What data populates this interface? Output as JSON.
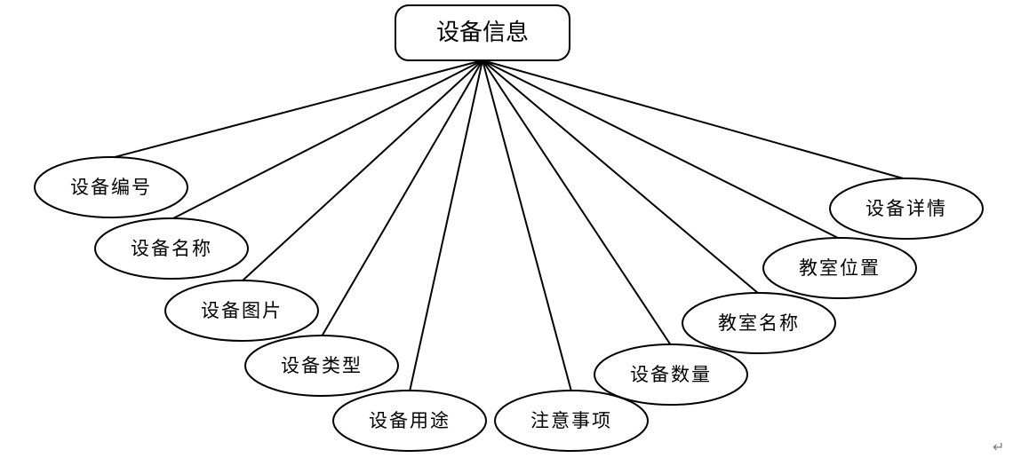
{
  "entity": {
    "label": "设备信息"
  },
  "attributes": [
    {
      "id": "device-number",
      "label": "设备编号"
    },
    {
      "id": "device-name",
      "label": "设备名称"
    },
    {
      "id": "device-image",
      "label": "设备图片"
    },
    {
      "id": "device-type",
      "label": "设备类型"
    },
    {
      "id": "device-usage",
      "label": "设备用途"
    },
    {
      "id": "precautions",
      "label": "注意事项"
    },
    {
      "id": "device-quantity",
      "label": "设备数量"
    },
    {
      "id": "classroom-name",
      "label": "教室名称"
    },
    {
      "id": "classroom-location",
      "label": "教室位置"
    },
    {
      "id": "device-details",
      "label": "设备详情"
    }
  ],
  "paragraph_mark": "↵"
}
